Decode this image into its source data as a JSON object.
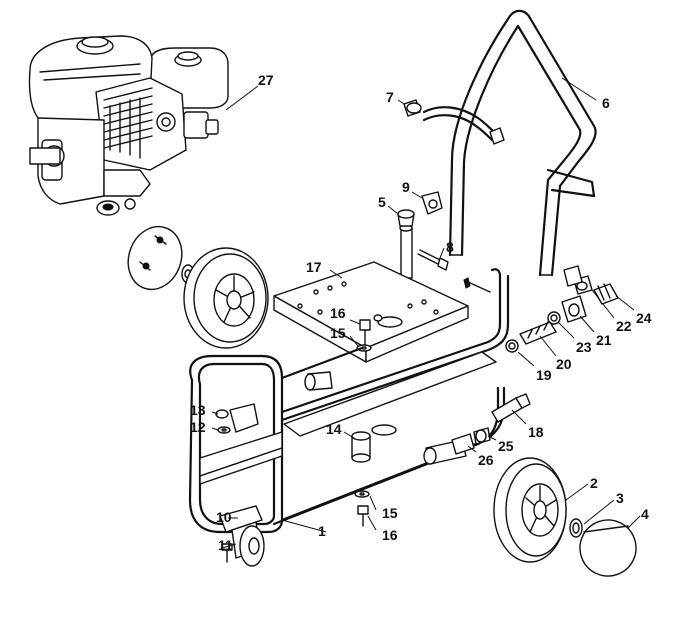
{
  "callouts": [
    {
      "id": "1",
      "text": "1"
    },
    {
      "id": "2",
      "text": "2"
    },
    {
      "id": "3",
      "text": "3"
    },
    {
      "id": "4",
      "text": "4"
    },
    {
      "id": "5",
      "text": "5"
    },
    {
      "id": "6",
      "text": "6"
    },
    {
      "id": "7",
      "text": "7"
    },
    {
      "id": "8",
      "text": "8"
    },
    {
      "id": "9",
      "text": "9"
    },
    {
      "id": "10",
      "text": "10"
    },
    {
      "id": "11",
      "text": "11"
    },
    {
      "id": "12",
      "text": "12"
    },
    {
      "id": "13",
      "text": "13"
    },
    {
      "id": "14",
      "text": "14"
    },
    {
      "id": "15a",
      "text": "15"
    },
    {
      "id": "15b",
      "text": "15"
    },
    {
      "id": "16a",
      "text": "16"
    },
    {
      "id": "16b",
      "text": "16"
    },
    {
      "id": "17",
      "text": "17"
    },
    {
      "id": "18",
      "text": "18"
    },
    {
      "id": "19",
      "text": "19"
    },
    {
      "id": "20",
      "text": "20"
    },
    {
      "id": "21",
      "text": "21"
    },
    {
      "id": "22",
      "text": "22"
    },
    {
      "id": "23",
      "text": "23"
    },
    {
      "id": "24",
      "text": "24"
    },
    {
      "id": "25",
      "text": "25"
    },
    {
      "id": "26",
      "text": "26"
    },
    {
      "id": "27",
      "text": "27"
    }
  ]
}
